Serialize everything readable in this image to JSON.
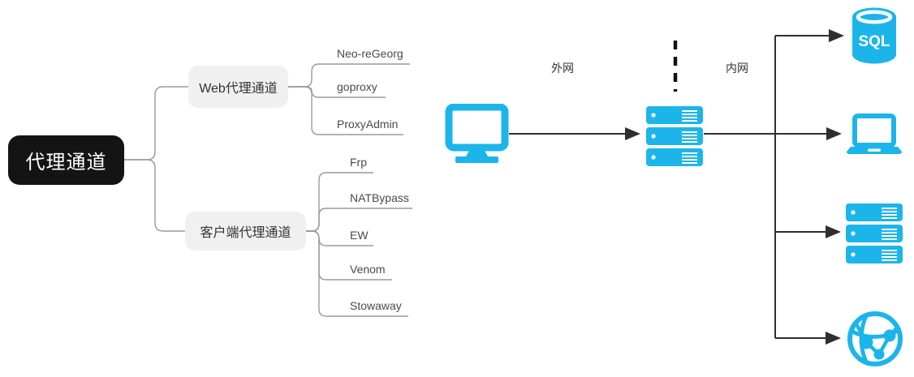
{
  "mindmap": {
    "root": {
      "label": "代理通道"
    },
    "branches": [
      {
        "label": "Web代理通道",
        "children": [
          {
            "label": "Neo-reGeorg"
          },
          {
            "label": "goproxy"
          },
          {
            "label": "ProxyAdmin"
          }
        ]
      },
      {
        "label": "客户端代理通道",
        "children": [
          {
            "label": "Frp"
          },
          {
            "label": "NATBypass"
          },
          {
            "label": "EW"
          },
          {
            "label": "Venom"
          },
          {
            "label": "Stowaway"
          }
        ]
      }
    ]
  },
  "network": {
    "zone_labels": {
      "external": "外网",
      "internal": "内网"
    },
    "sql_label": "SQL",
    "nodes": [
      {
        "name": "client-computer",
        "icon": "desktop-monitor"
      },
      {
        "name": "proxy-server",
        "icon": "server-stack"
      },
      {
        "name": "sql-database",
        "icon": "database-cylinder"
      },
      {
        "name": "laptop",
        "icon": "laptop"
      },
      {
        "name": "internal-server",
        "icon": "server-stack"
      },
      {
        "name": "internet",
        "icon": "globe-network"
      }
    ]
  },
  "colors": {
    "icon_cyan": "#1CB5EA",
    "root_node_bg": "#141414",
    "branch_node_bg": "#F0F0F1",
    "connector_gray": "#9A9A9A",
    "arrow_black": "#2F2F2F"
  }
}
